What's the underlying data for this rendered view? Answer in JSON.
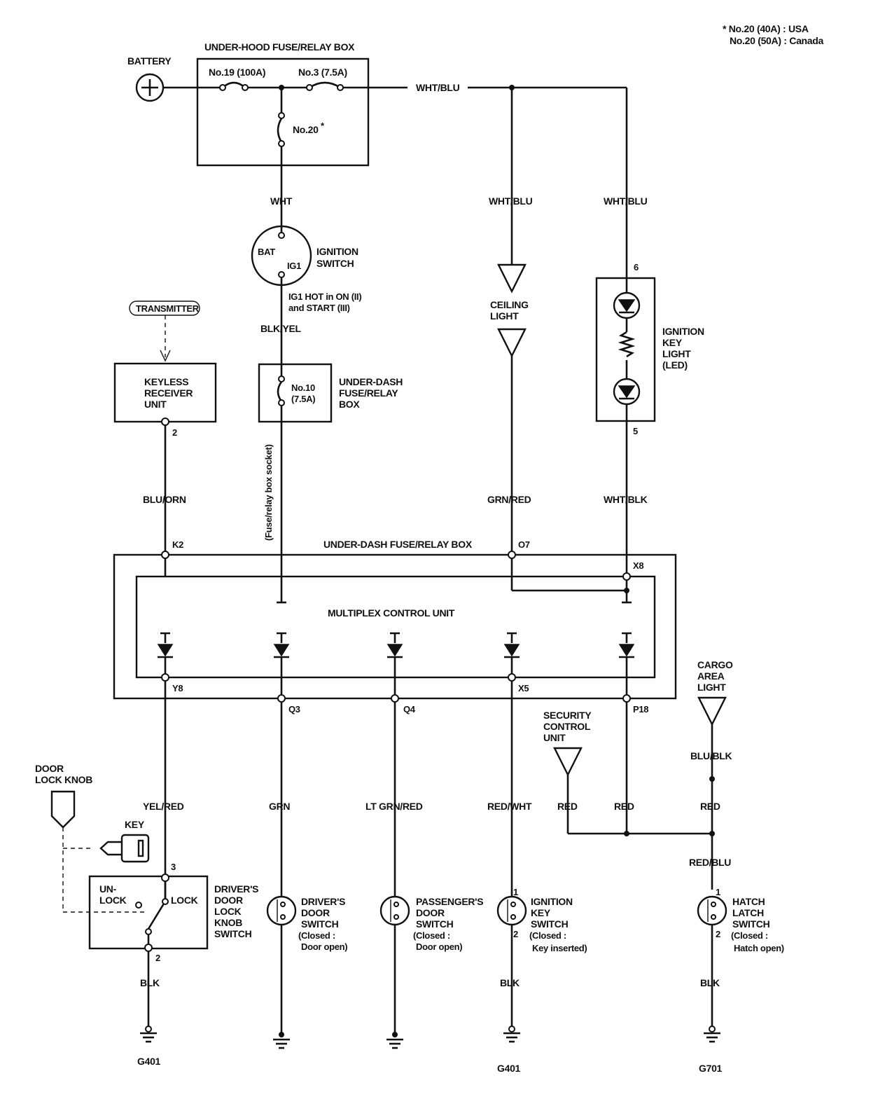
{
  "notes": {
    "line1": "* No.20 (40A)  : USA",
    "line2": "No.20 (50A)  : Canada"
  },
  "underhood": {
    "title": "UNDER-HOOD FUSE/RELAY BOX",
    "battery": "BATTERY",
    "fuse19": "No.19 (100A)",
    "fuse3": "No.3 (7.5A)",
    "fuse20": "No.20",
    "fuse20_mark": "*"
  },
  "ignition": {
    "bat": "BAT",
    "ig1": "IG1",
    "label1": "IGNITION",
    "label2": "SWITCH",
    "hot1": "IG1 HOT in ON (II)",
    "hot2": "and START (III)"
  },
  "transmitter": "TRANSMITTER",
  "keyless": {
    "line1": "KEYLESS",
    "line2": "RECEIVER",
    "line3": "UNIT",
    "pin": "2"
  },
  "underdash_small": {
    "fuse1": "No.10",
    "fuse2": "(7.5A)",
    "line1": "UNDER-DASH",
    "line2": "FUSE/RELAY",
    "line3": "BOX",
    "socket": "(Fuse/relay box socket)"
  },
  "ceiling": {
    "line1": "CEILING",
    "line2": "LIGHT"
  },
  "keylight": {
    "line1": "IGNITION",
    "line2": "KEY",
    "line3": "LIGHT",
    "line4": "(LED)",
    "pin_top": "6",
    "pin_bottom": "5"
  },
  "wires": {
    "wht_blu_top": "WHT/BLU",
    "wht": "WHT",
    "wht_blu_ceiling": "WHT/BLU",
    "wht_blu_key": "WHT/BLU",
    "blk_yel": "BLK/YEL",
    "blu_orn": "BLU/ORN",
    "grn_red": "GRN/RED",
    "wht_blk": "WHT/BLK",
    "yel_red": "YEL/RED",
    "grn": "GRN",
    "lt_grn_red": "LT GRN/RED",
    "red_wht": "RED/WHT",
    "red_sec": "RED",
    "red_p18": "RED",
    "red_cargo": "RED",
    "blu_blk": "BLU/BLK",
    "red_blu": "RED/BLU",
    "blk1": "BLK",
    "blk2": "BLK",
    "blk3": "BLK"
  },
  "underdash_main": {
    "title": "UNDER-DASH FUSE/RELAY BOX",
    "mcu": "MULTIPLEX CONTROL UNIT",
    "k2": "K2",
    "o7": "O7",
    "x8": "X8",
    "y8": "Y8",
    "q3": "Q3",
    "q4": "Q4",
    "x5": "X5",
    "p18": "P18"
  },
  "security": {
    "line1": "SECURITY",
    "line2": "CONTROL",
    "line3": "UNIT"
  },
  "cargo": {
    "line1": "CARGO",
    "line2": "AREA",
    "line3": "LIGHT"
  },
  "lock": {
    "knob1": "DOOR",
    "knob2": "LOCK KNOB",
    "key": "KEY",
    "unlock1": "UN-",
    "unlock2": "LOCK",
    "lock": "LOCK",
    "pin_top": "3",
    "pin_bottom": "2",
    "name1": "DRIVER'S",
    "name2": "DOOR",
    "name3": "LOCK",
    "name4": "KNOB",
    "name5": "SWITCH"
  },
  "switches": {
    "driver": [
      "DRIVER'S",
      "DOOR",
      "SWITCH",
      "(Closed :",
      "Door open)"
    ],
    "passenger": [
      "PASSENGER'S",
      "DOOR",
      "SWITCH",
      "(Closed :",
      "Door open)"
    ],
    "ignkey": [
      "IGNITION",
      "KEY",
      "SWITCH",
      "(Closed :",
      "Key inserted)"
    ],
    "hatch": [
      "HATCH",
      "LATCH",
      "SWITCH",
      "(Closed :",
      "Hatch open)"
    ],
    "pin1": "1",
    "pin2": "2"
  },
  "grounds": {
    "g401a": "G401",
    "g401b": "G401",
    "g701": "G701"
  }
}
